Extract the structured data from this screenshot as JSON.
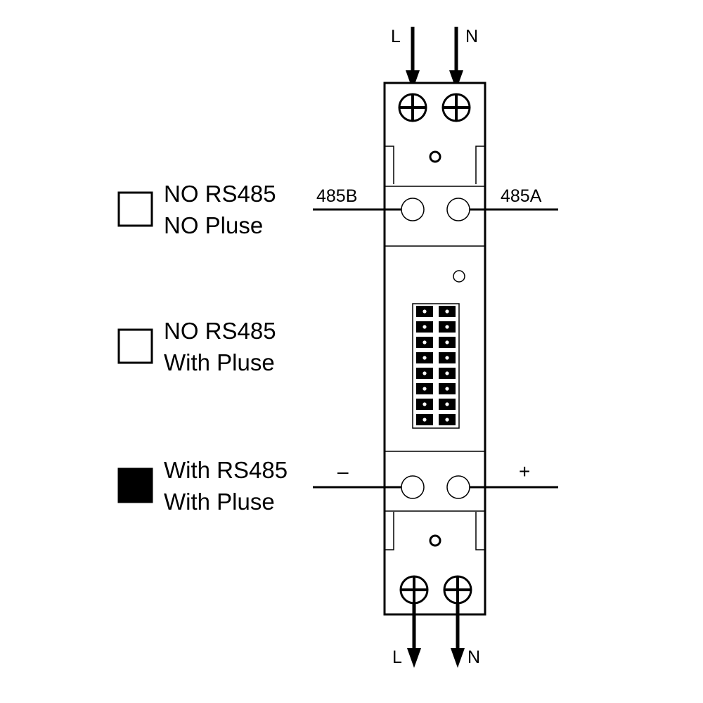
{
  "supply": {
    "top_left": "L",
    "top_right": "N",
    "bottom_left": "L",
    "bottom_right": "N"
  },
  "rs485": {
    "left": "485B",
    "right": "485A"
  },
  "pulse": {
    "left": "–",
    "right": "+"
  },
  "options": [
    {
      "line1": "NO RS485",
      "line2": "NO Pluse",
      "checked": false
    },
    {
      "line1": "NO RS485",
      "line2": "With Pluse",
      "checked": false
    },
    {
      "line1": "With RS485",
      "line2": "With Pluse",
      "checked": true
    }
  ],
  "colors": {
    "ink": "#000000",
    "background": "#ffffff"
  }
}
